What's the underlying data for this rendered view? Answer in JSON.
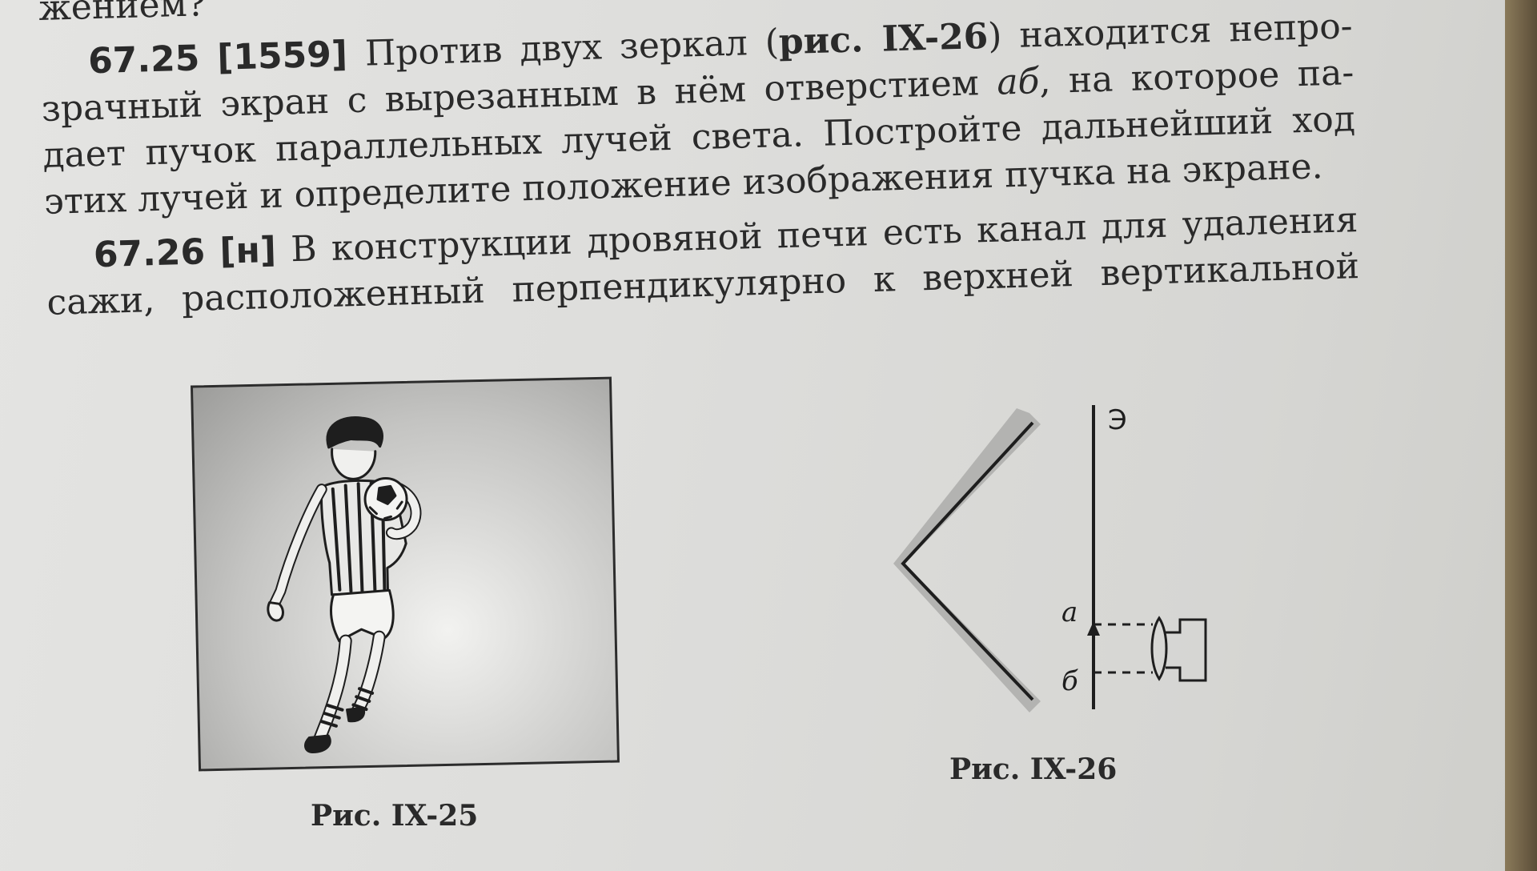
{
  "top_fragment": "жением?",
  "problem_2525": {
    "number": "67.25",
    "ref": "[1559]",
    "line1_pre": "Против двух зеркал (",
    "line1_figref": "рис. IX-26",
    "line1_post": ") находится непро-",
    "line2_pre": "зрачный экран с вырезанным в нём отверстием ",
    "line2_ital": "аб",
    "line2_post": ", на которое па-",
    "line3": "дает пучок параллельных лучей света. Постройте дальнейший ход",
    "line4": "этих лучей и определите положение изображения пучка на экране."
  },
  "problem_2526": {
    "number": "67.26",
    "ref": "[н]",
    "line1": "В конструкции дровяной печи есть канал для удаления",
    "line2": "сажи, расположенный перпендикулярно к верхней вертикальной"
  },
  "figure_25": {
    "caption": "Рис. IX-25"
  },
  "figure_26": {
    "caption": "Рис. IX-26",
    "label_screen": "Э",
    "label_a": "а",
    "label_b": "б"
  }
}
